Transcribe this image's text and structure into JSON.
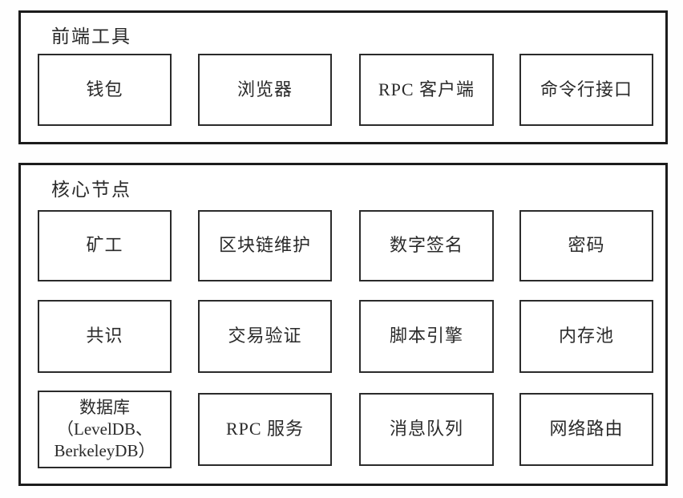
{
  "diagram": {
    "front_end": {
      "title": "前端工具",
      "boxes": [
        "钱包",
        "浏览器",
        "RPC 客户端",
        "命令行接口"
      ]
    },
    "core_node": {
      "title": "核心节点",
      "rows": [
        [
          "矿工",
          "区块链维护",
          "数字签名",
          "密码"
        ],
        [
          "共识",
          "交易验证",
          "脚本引擎",
          "内存池"
        ],
        [
          "数据库\n（LevelDB、\nBerkeleyDB）",
          "RPC 服务",
          "消息队列",
          "网络路由"
        ]
      ]
    },
    "colors": {
      "panel_border": "#1c1c1c",
      "box_border": "#2b2b2b",
      "background": "#ffffff",
      "text": "#2a2a2a"
    }
  }
}
